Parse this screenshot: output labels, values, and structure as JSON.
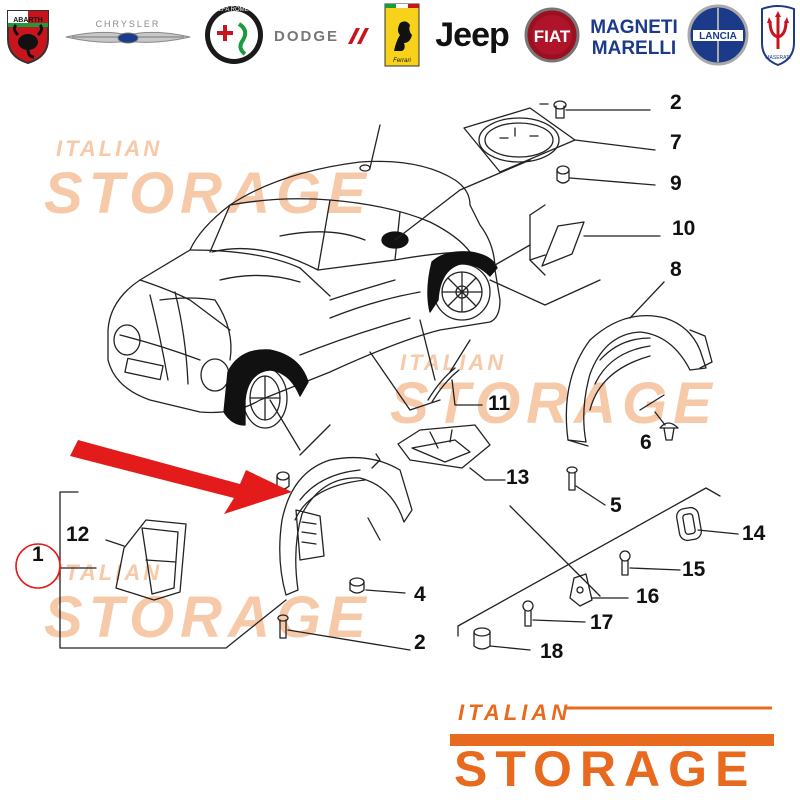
{
  "brands": [
    {
      "name": "ABARTH",
      "icon": "abarth-scorpion-badge-icon"
    },
    {
      "name": "CHRYSLER",
      "icon": "chrysler-wings-icon"
    },
    {
      "name": "ALFA ROMEO",
      "icon": "alfa-romeo-badge-icon"
    },
    {
      "name": "DODGE",
      "icon": "dodge-logo-icon"
    },
    {
      "name": "Ferrari",
      "icon": "ferrari-prancing-horse-icon"
    },
    {
      "name": "Jeep",
      "icon": "jeep-wordmark-icon"
    },
    {
      "name": "FIAT",
      "icon": "fiat-badge-icon"
    },
    {
      "name": "MAGNETI MARELLI",
      "icon": "magneti-marelli-wordmark-icon"
    },
    {
      "name": "LANCIA",
      "icon": "lancia-badge-icon"
    },
    {
      "name": "MASERATI",
      "icon": "maserati-trident-icon"
    }
  ],
  "callouts": {
    "c1": "1",
    "c2a": "2",
    "c2b": "2",
    "c4": "4",
    "c5": "5",
    "c6": "6",
    "c7": "7",
    "c8": "8",
    "c9": "9",
    "c10": "10",
    "c11": "11",
    "c12": "12",
    "c13": "13",
    "c14": "14",
    "c15": "15",
    "c16": "16",
    "c17": "17",
    "c18": "18"
  },
  "watermark": {
    "line1": "ITALIAN",
    "line2": "STORAGE"
  },
  "footer": {
    "line1": "ITALIAN",
    "line2": "STORAGE"
  },
  "colors": {
    "accent": "#e86a1e",
    "watermark": "#f6c9a8",
    "arrow": "#e31b1b",
    "highlight_circle": "#e31b1b",
    "line": "#222222"
  }
}
